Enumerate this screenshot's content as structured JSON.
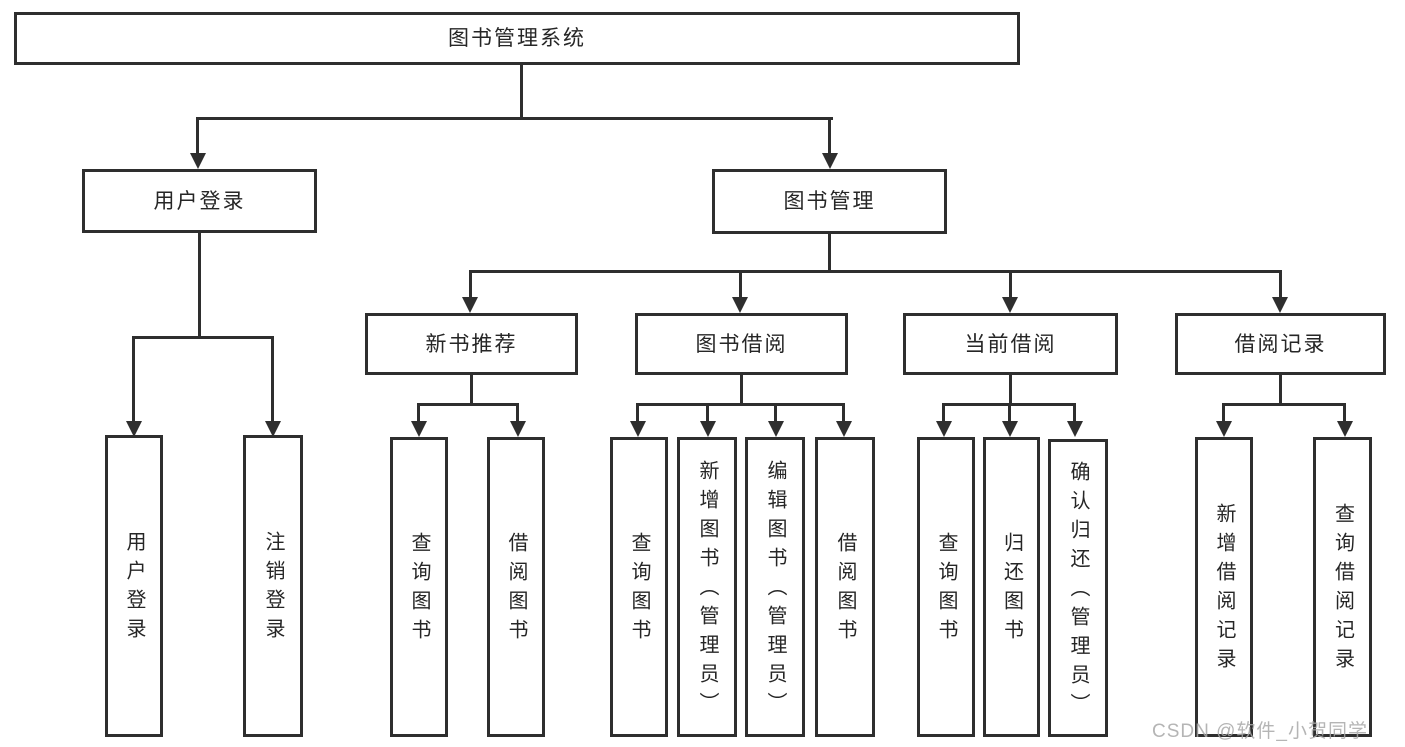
{
  "title": "图书管理系统",
  "watermark": "CSDN @软件_小贺同学",
  "nodes": {
    "user_login": "用户登录",
    "book_mgmt": "图书管理",
    "new_book_rec": "新书推荐",
    "book_borrow": "图书借阅",
    "current_borrow": "当前借阅",
    "borrow_record": "借阅记录"
  },
  "leaves": {
    "user_login": [
      "用户登录",
      "注销登录"
    ],
    "new_book_rec": [
      "查询图书",
      "借阅图书"
    ],
    "book_borrow": [
      "查询图书",
      "新增图书（管理员）",
      "编辑图书（管理员）",
      "借阅图书"
    ],
    "current_borrow": [
      "查询图书",
      "归还图书",
      "确认归还（管理员）"
    ],
    "borrow_record": [
      "新增借阅记录",
      "查询借阅记录"
    ]
  },
  "colors": {
    "line": "#2e2e2e",
    "text": "#262626",
    "watermark": "#a8a8a8",
    "background": "#ffffff"
  }
}
